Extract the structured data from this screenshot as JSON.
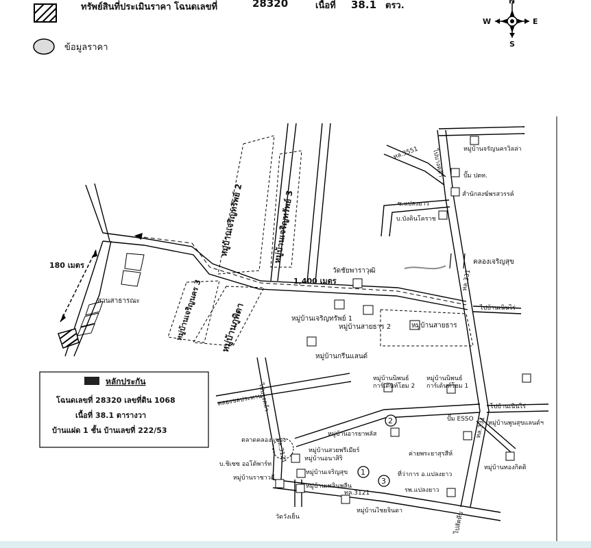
{
  "legend": {
    "subject_label": "ทรัพย์สินที่ประเมินราคา โฉนดเลขที่",
    "deed_number": "28320",
    "area_label": "เนื้อที่",
    "area_value": "38.1",
    "area_unit": "ตรว.",
    "price_data_label": "ข้อมูลราคา"
  },
  "compass": {
    "n": "N",
    "s": "S",
    "e": "E",
    "w": "W"
  },
  "infobox": {
    "title": "หลักประกัน",
    "line1": "โฉนดเลขที่ 28320  เลขที่ดิน 1068",
    "line2": "เนื้อที่ 38.1 ตารางวา",
    "line3": "บ้านแฝด 1 ชั้น บ้านเลขที่ 222/53"
  },
  "labels": {
    "dist_180": "180  เมตร",
    "dist_1400": "1,400  เมตร",
    "park": "สวนสาธารณะ",
    "v_charoensap2_top": "หมู่บ้านเจริญทรัพย์ 2",
    "v_charoensap3_top": "หมู่บ้านเจริญทรัพย์ 3",
    "v_charoensap3_left": "หมู่บ้านเจริญนคร 3",
    "v_phupitta": "หมู่บ้านภูพิตา",
    "v_charoensap1": "หมู่บ้านเจริญทรัพย์ 1",
    "v_saithan2": "หมู่บ้านสายธาร 2",
    "v_saithan": "หมู่บ้านสายธาร",
    "v_greenland": "หมู่บ้านกรีนแลนด์",
    "wat_chai": "วัดชัยพาราวุฒิ",
    "khlong": "คลองเจริญสุข",
    "rd3551": "ทล.3551",
    "rd331": "ทล.331",
    "rd331b": "ทล.331",
    "rd3121": "ทล.3121",
    "rd3121b": "ทล.3121",
    "v_jarunwilla": "หมู่บ้านจรัญนครวิลล่า",
    "ptt": "ปั๊ม ปตท.",
    "sor_office": "สำนักสงฆ์พรสวรรค์",
    "soi_plaeng": "ซ.แปลงยาว",
    "bor_bangsak": "บ.บังคินโคราช",
    "to_bannern": "ไปบ้านเนินไร่",
    "to_bannern2": "ไปบ้านเนินไร่",
    "v_nipon2": "หมู่บ้านนิพนธ์\nการ์เด้นท์โฮม 2",
    "v_nipon1": "หมู่บ้านนิพนธ์\nการ์เด้นท์โฮม 1",
    "to_north": "ไปบางคล้า",
    "khlong_road": "คลองชลประทาน",
    "pum_esso": "ปั๊ม ESSO",
    "v_phunsuk": "หมู่บ้านพูนสุขแลนด์ฯ",
    "v_arayapark": "หมู่บ้านอารยาพลัส",
    "market": "ตลาดคลองแขวง",
    "v_sansuk": "หมู่บ้านสวยพรีเมียร์",
    "camp": "ค่ายพระยาสุรสีห์",
    "v_thongkit": "หมู่บ้านทองกิตติ",
    "district_office": "ที่ว่าการ อ.แปลงยาว",
    "hospital": "รพ.แปลงยาว",
    "bsc": "บ.ชิเซซ ออโต้พาร์ท",
    "v_anasiri": "หมู่บ้านอนาสิริ",
    "v_charoensuk": "หมู่บ้านเจริญสุข",
    "v_rachawadee": "หมู่บ้านราชาวดี",
    "v_phloen": "หมู่บ้านเพลินพลีน",
    "wat_wang": "วัดวังเย็น",
    "v_chaijinda": "หมู่บ้านไชยจินดา",
    "to_sattahip": "ไปสัตหีบ",
    "to_bangkla_left": "ไปบางคล้า",
    "n1": "1",
    "n2": "2",
    "n3": "3"
  }
}
